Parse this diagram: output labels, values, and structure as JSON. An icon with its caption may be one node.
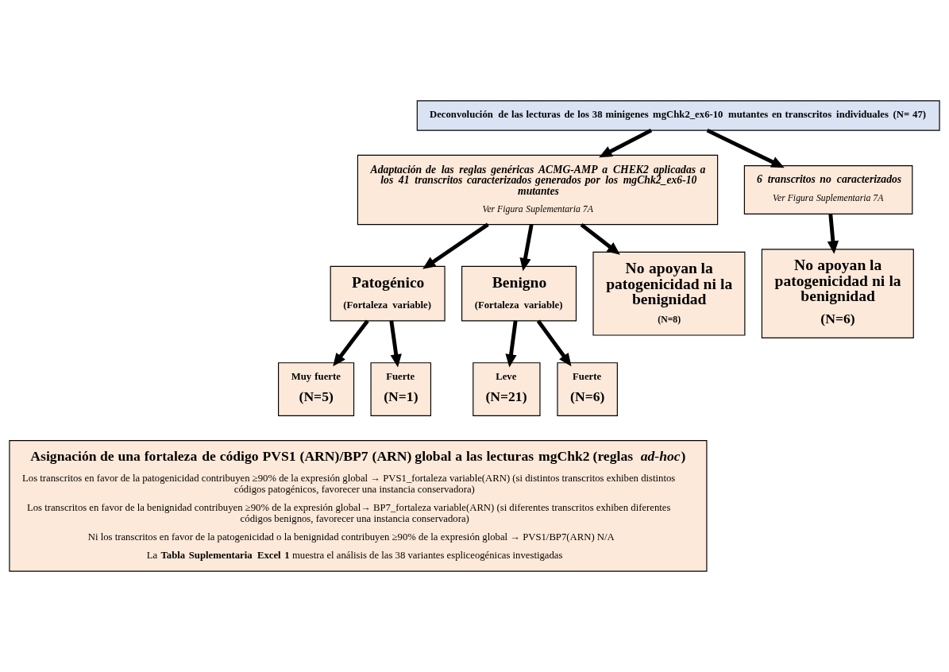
{
  "diagram": {
    "nodes": [
      {
        "text": [
          "Deconvolución de las lecturas de los 38 minigenes mgChk2_ex6-10 mutantes en transcritos individuales (N= 47)"
        ]
      },
      {
        "text": [
          "Adaptación de las reglas genéricas ACMG-AMP a CHEK2 aplicadas a los 41 transcritos caracterizados generados por los mgChk2_ex6-10 mutantes",
          "Ver Figura Suplementaria 7A"
        ]
      },
      {
        "text": [
          "6 transcritos no caracterizados",
          "Ver Figura Suplementaria 7A"
        ]
      },
      {
        "text": [
          "Patogénico",
          "(Fortaleza variable)"
        ]
      },
      {
        "text": [
          "Benigno",
          "(Fortaleza variable)"
        ]
      },
      {
        "text": [
          "No apoyan la patogenicidad ni la benignidad",
          "(N=8)"
        ]
      },
      {
        "text": [
          "No apoyan la patogenicidad ni la benignidad",
          "(N=6)"
        ]
      },
      {
        "text": [
          "Muy fuerte",
          "(N=5)"
        ]
      },
      {
        "text": [
          "Fuerte",
          "(N=1)"
        ]
      },
      {
        "text": [
          "Leve",
          "(N=21)"
        ]
      },
      {
        "text": [
          "Fuerte",
          "(N=6)"
        ]
      },
      {
        "text": [
          "Asignación de una fortaleza de código PVS1 (ARN)/BP7 (ARN) global a las lecturas mgChk2 (reglas *ad-hoc*)",
          "Los transcritos en favor de la patogenicidad contribuyen ≥90% de la expresión global → PVS1_fortaleza variable(ARN) (si distintos transcritos exhiben distintos códigos patogénicos, favorecer una instancia conservadora)",
          "Los transcritos en favor de la benignidad contribuyen ≥90% de la expresión global→ BP7_fortaleza variable(ARN) (si diferentes transcritos exhiben diferentes códigos benignos, favorecer una instancia conservadora)",
          "Ni los transcritos en favor de la patogenicidad o la benignidad contribuyen ≥90% de la expresión global → PVS1/BP7(ARN) N/A",
          "La **Tabla Suplementaria Excel 1** muestra el análisis de las 38 variantes espliceogénicas investigadas"
        ]
      }
    ],
    "edges": [
      {
        "from": 0,
        "to": 1,
        "arrow": "to"
      },
      {
        "from": 0,
        "to": 2,
        "arrow": "to"
      },
      {
        "from": 1,
        "to": 3,
        "arrow": "to"
      },
      {
        "from": 1,
        "to": 4,
        "arrow": "to"
      },
      {
        "from": 1,
        "to": 5,
        "arrow": "to"
      },
      {
        "from": 2,
        "to": 6,
        "arrow": "to"
      },
      {
        "from": 3,
        "to": 7,
        "arrow": "to"
      },
      {
        "from": 3,
        "to": 8,
        "arrow": "to"
      },
      {
        "from": 4,
        "to": 9,
        "arrow": "to"
      },
      {
        "from": 4,
        "to": 10,
        "arrow": "to"
      }
    ]
  }
}
